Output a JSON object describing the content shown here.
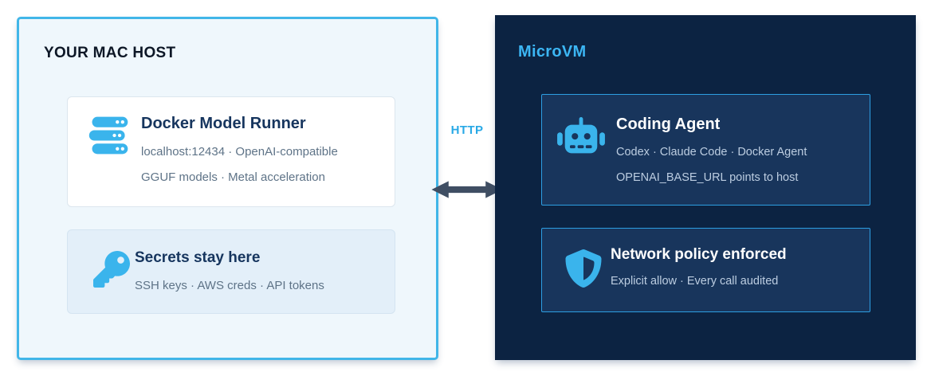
{
  "colors": {
    "accent_blue": "#3ab4ec",
    "host_border": "#41b6e8",
    "host_bg": "#eff7fc",
    "microvm_bg": "#0c2342",
    "dark_card_bg": "#18355c",
    "dark_card_border": "#2d9ee2",
    "title_navy": "#16355e",
    "muted_gray": "#5e7387",
    "muted_light_blue": "#bccde1",
    "arrow_gray": "#3f4e63",
    "http_label_blue": "#29a9e6"
  },
  "host": {
    "title": "YOUR MAC HOST",
    "cards": [
      {
        "icon": "server-icon",
        "title": "Docker Model Runner",
        "lines": [
          "localhost:12434 · OpenAI-compatible",
          "GGUF models · Metal acceleration"
        ]
      },
      {
        "icon": "key-icon",
        "title": "Secrets stay here",
        "lines": [
          "SSH keys · AWS creds · API tokens"
        ]
      }
    ]
  },
  "microvm": {
    "title": "MicroVM",
    "cards": [
      {
        "icon": "robot-icon",
        "title": "Coding Agent",
        "lines": [
          "Codex · Claude Code · Docker Agent",
          "OPENAI_BASE_URL points to host"
        ]
      },
      {
        "icon": "shield-icon",
        "title": "Network policy enforced",
        "lines": [
          "Explicit allow · Every call audited"
        ]
      }
    ]
  },
  "connection": {
    "label": "HTTP",
    "type": "bidirectional-arrow"
  }
}
